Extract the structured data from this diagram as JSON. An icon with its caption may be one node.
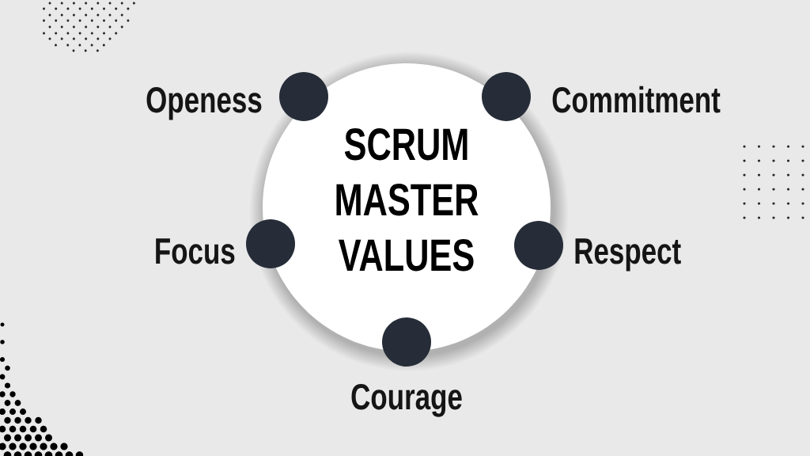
{
  "diagram": {
    "nodes": [
      {
        "text": [
          "SCRUM MASTER VALUES"
        ]
      },
      {
        "text": [],
        "shape": "circle",
        "beside": [
          "Openess"
        ]
      },
      {
        "text": [],
        "shape": "circle",
        "beside": [
          "Commitment"
        ]
      },
      {
        "text": [],
        "shape": "circle",
        "beside": [
          "Focus"
        ]
      },
      {
        "text": [],
        "shape": "circle",
        "beside": [
          "Respect"
        ]
      },
      {
        "text": [],
        "shape": "circle",
        "beside": [
          "Courage"
        ]
      }
    ]
  }
}
